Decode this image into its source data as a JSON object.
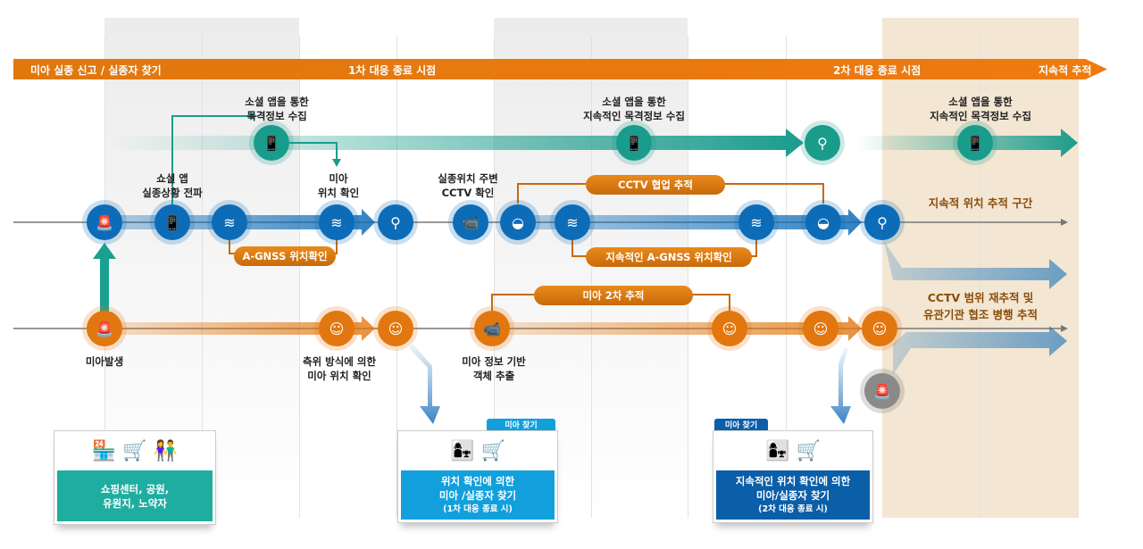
{
  "header_bar": {
    "start": "미아 실종 신고 / 실종자 찾기",
    "first_end": "1차 대응 종료 시점",
    "second_end": "2차 대응 종료 시점",
    "continuous": "지속적 추적"
  },
  "labels": {
    "social_collect": "소셜 앱을 통한\n목격정보 수집",
    "social_continuous_1": "소셜 앱을 통한\n지속적인 목격정보 수집",
    "social_continuous_2": "소셜 앱을 통한\n지속적인 목격정보 수집",
    "social_spread": "쇼셜 앱\n실종상황 전파",
    "child_location": "미아\n위치 확인",
    "cctv_check": "실종위치 주변\nCCTV 확인",
    "occurrence": "미아발생",
    "positioning": "측위 방식에 의한\n미아 위치 확인",
    "object_extract": "미아 정보 기반\n객체 추출"
  },
  "pills": {
    "agnss": "A-GNSS 위치확인",
    "cctv_coop": "CCTV 협업 추적",
    "agnss_cont": "지속적인 A-GNSS 위치확인",
    "second_track": "미아 2차 추적"
  },
  "right_notes": {
    "continuous_tracking": "지속적 위치 추적 구간",
    "cctv_retrack": "CCTV 범위 재추적 및\n유관기관 협조 병행 추적"
  },
  "boxes": [
    {
      "body": "쇼핑센터, 공원,\n유원지, 노약자",
      "color": "#1fada0"
    },
    {
      "tag": "미아 찾기",
      "body": "위치 확인에 의한\n미아 /실종자 찾기",
      "note": "(1차 대응 종료 시)",
      "color": "#12a0dc"
    },
    {
      "tag": "미아 찾기",
      "body": "지속적인 위치 확인에 의한\n미아/실종자 찾기",
      "note": "(2차 대응 종료 시)",
      "color": "#0b5ea8"
    }
  ],
  "colors": {
    "orange": "#e2770f",
    "blue": "#0d6cb8",
    "teal": "#1a9c8c",
    "beige": "#f3e6d3"
  }
}
